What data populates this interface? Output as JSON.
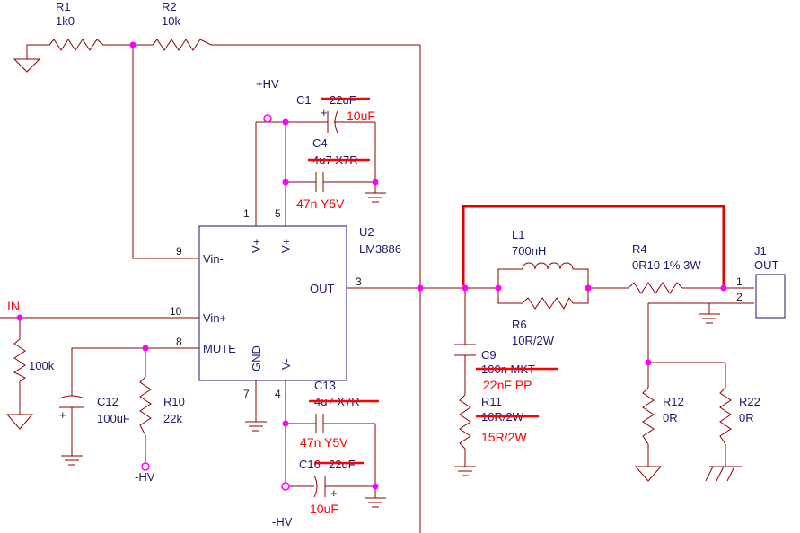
{
  "parts": {
    "r1": {
      "ref": "R1",
      "value": "1k0"
    },
    "r2": {
      "ref": "R2",
      "value": "10k"
    },
    "c1": {
      "ref": "C1",
      "old_value": "22uF",
      "new_value": "10uF"
    },
    "c4": {
      "ref": "C4",
      "old_value": "4u7 X7R",
      "new_value": "47n Y5V"
    },
    "u2": {
      "ref": "U2",
      "value": "LM3886",
      "pins": {
        "vin_minus": "Vin-",
        "vin_plus": "Vin+",
        "mute": "MUTE",
        "out": "OUT",
        "gnd": "GND",
        "v_plus_1": "V+",
        "v_plus_5": "V+",
        "v_minus": "V-"
      }
    },
    "c13": {
      "ref": "C13",
      "old_value": "4u7 X7R",
      "new_value": "47n Y5V"
    },
    "c16": {
      "ref": "C16",
      "old_value": "22uF",
      "new_value": "10uF"
    },
    "c12": {
      "ref": "C12",
      "value": "100uF"
    },
    "r10": {
      "ref": "R10",
      "value": "22k"
    },
    "r100k": {
      "value": "100k"
    },
    "l1": {
      "ref": "L1",
      "value": "700nH"
    },
    "r6": {
      "ref": "R6",
      "value": "10R/2W"
    },
    "r4": {
      "ref": "R4",
      "value": "0R10 1% 3W"
    },
    "c9": {
      "ref": "C9",
      "old_value": "100n MKT",
      "new_value": "22nF PP"
    },
    "r11": {
      "ref": "R11",
      "old_value": "10R/2W",
      "new_value": "15R/2W"
    },
    "r12": {
      "ref": "R12",
      "value": "0R"
    },
    "r22": {
      "ref": "R22",
      "value": "0R"
    },
    "j1": {
      "ref": "J1",
      "value": "OUT",
      "pin1": "1",
      "pin2": "2"
    }
  },
  "pin_numbers": {
    "p9": "9",
    "p10": "10",
    "p8": "8",
    "p1": "1",
    "p5": "5",
    "p3": "3",
    "p7": "7",
    "p4": "4"
  },
  "nets": {
    "in": "IN",
    "hv_pos": "+HV",
    "hv_neg_c16": "-HV",
    "hv_neg_r10": "-HV"
  }
}
